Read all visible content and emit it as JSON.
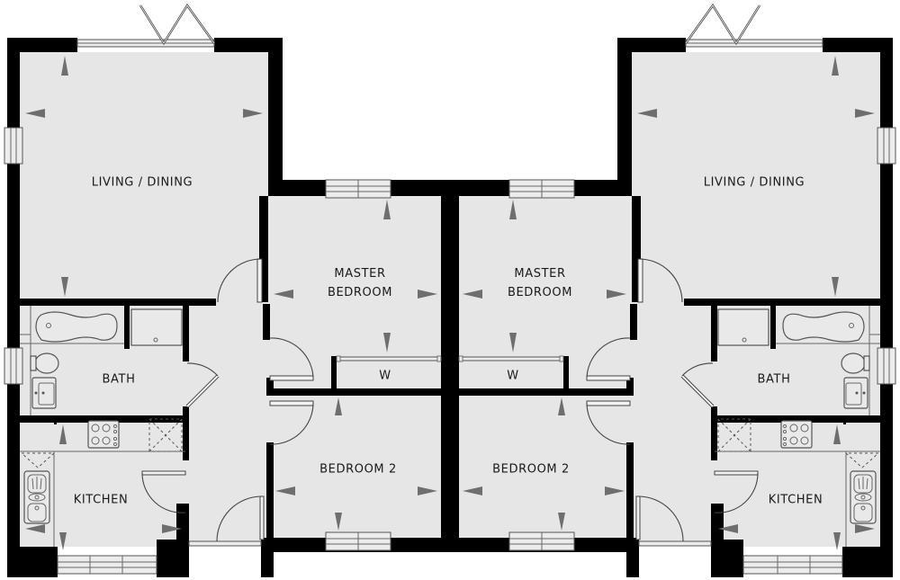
{
  "plan": {
    "type": "semi-detached floor plan (mirrored pair)",
    "colors": {
      "wall": "#000000",
      "floor": "#e6e6e6",
      "arrow": "#6e6e6e",
      "background": "#ffffff"
    }
  },
  "units": [
    {
      "side": "left",
      "rooms": {
        "living": "LIVING / DINING",
        "master_line1": "MASTER",
        "master_line2": "BEDROOM",
        "wardrobe": "W",
        "bedroom2": "BEDROOM 2",
        "bath": "BATH",
        "kitchen": "KITCHEN"
      }
    },
    {
      "side": "right",
      "rooms": {
        "living": "LIVING / DINING",
        "master_line1": "MASTER",
        "master_line2": "BEDROOM",
        "wardrobe": "W",
        "bedroom2": "BEDROOM 2",
        "bath": "BATH",
        "kitchen": "KITCHEN"
      }
    }
  ],
  "icons": [
    "bifold-door-icon",
    "window-icon",
    "door-swing-icon",
    "bathtub-icon",
    "shower-tray-icon",
    "toilet-icon",
    "basin-icon",
    "hob-icon",
    "sink-icon",
    "dimension-arrow-icon"
  ]
}
